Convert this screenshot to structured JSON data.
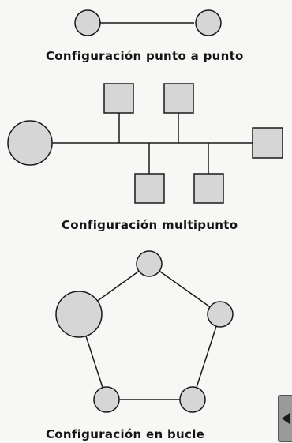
{
  "diagram": {
    "captions": {
      "point_to_point": "Configuración punto a punto",
      "multipoint": "Configuración multipunto",
      "loop": "Configuración en bucle"
    },
    "colors": {
      "node_fill": "#d6d6d6",
      "stroke": "#1a1a1a",
      "background": "#f7f7f5"
    },
    "icons": [
      "arrow-left-icon"
    ]
  }
}
